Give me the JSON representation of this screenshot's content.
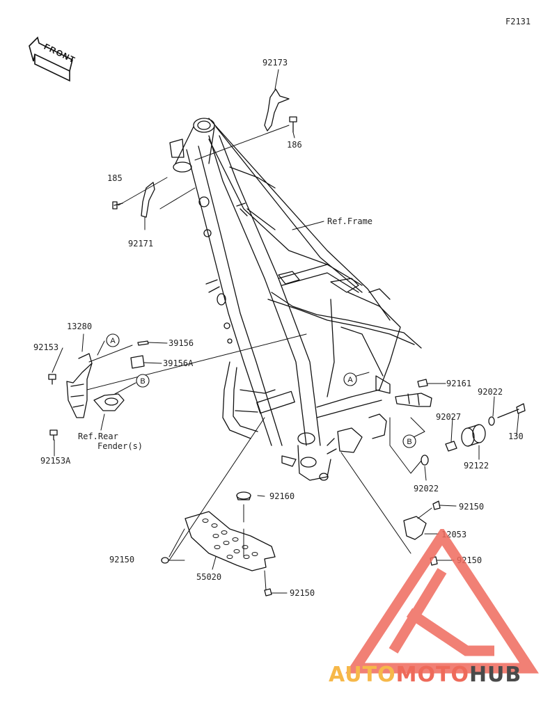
{
  "figure_code": "F2131",
  "front_label": "FRONT",
  "part_labels": {
    "p92173": "92173",
    "p186": "186",
    "p185": "185",
    "p92171": "92171",
    "ref_frame": "Ref.Frame",
    "p13280": "13280",
    "p92153": "92153",
    "p39156": "39156",
    "p39156A": "39156A",
    "ref_rear_1": "Ref.Rear",
    "ref_rear_2": "Fender(s)",
    "p92153A": "92153A",
    "callout_a": "A",
    "callout_b": "B",
    "p92161": "92161",
    "p92022_top": "92022",
    "p92027": "92027",
    "p130": "130",
    "p92122": "92122",
    "p92022_bottom": "92022",
    "p92160": "92160",
    "p92150_left": "92150",
    "p55020": "55020",
    "p92150_bottom": "92150",
    "p92150_right_top": "92150",
    "p12053": "12053",
    "p92150_right_bottom": "92150"
  },
  "watermark": {
    "part1": "AUTO",
    "part2": "MOTO",
    "part3": "HUB",
    "colors": {
      "auto": "#f6b84a",
      "moto": "#ee6a5a",
      "hub": "#4a4a4a",
      "logo": "#ef6a5d"
    }
  }
}
